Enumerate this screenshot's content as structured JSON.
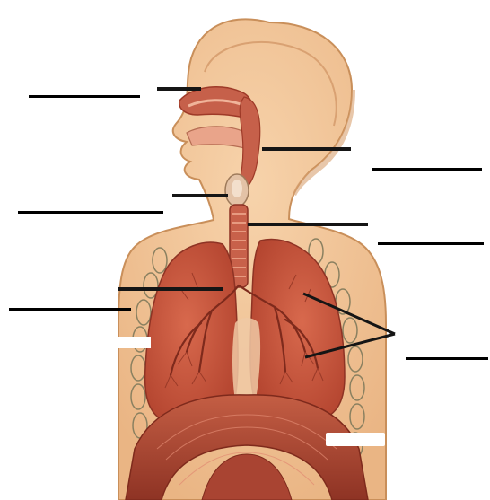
{
  "diagram": {
    "kind": "unlabeled respiratory system worksheet",
    "colors": {
      "background": "#ffffff",
      "skin": "#f2c79b",
      "skin_outline": "#c98f5a",
      "lung": "#cd5a40",
      "lung_dark": "#9e3a28",
      "trachea": "#c8614a",
      "diaphragm": "#b84f3a",
      "rib_outline": "#8a8060",
      "line": "#151515"
    },
    "blank_count": 7,
    "pointer_count": 6,
    "labels": []
  }
}
